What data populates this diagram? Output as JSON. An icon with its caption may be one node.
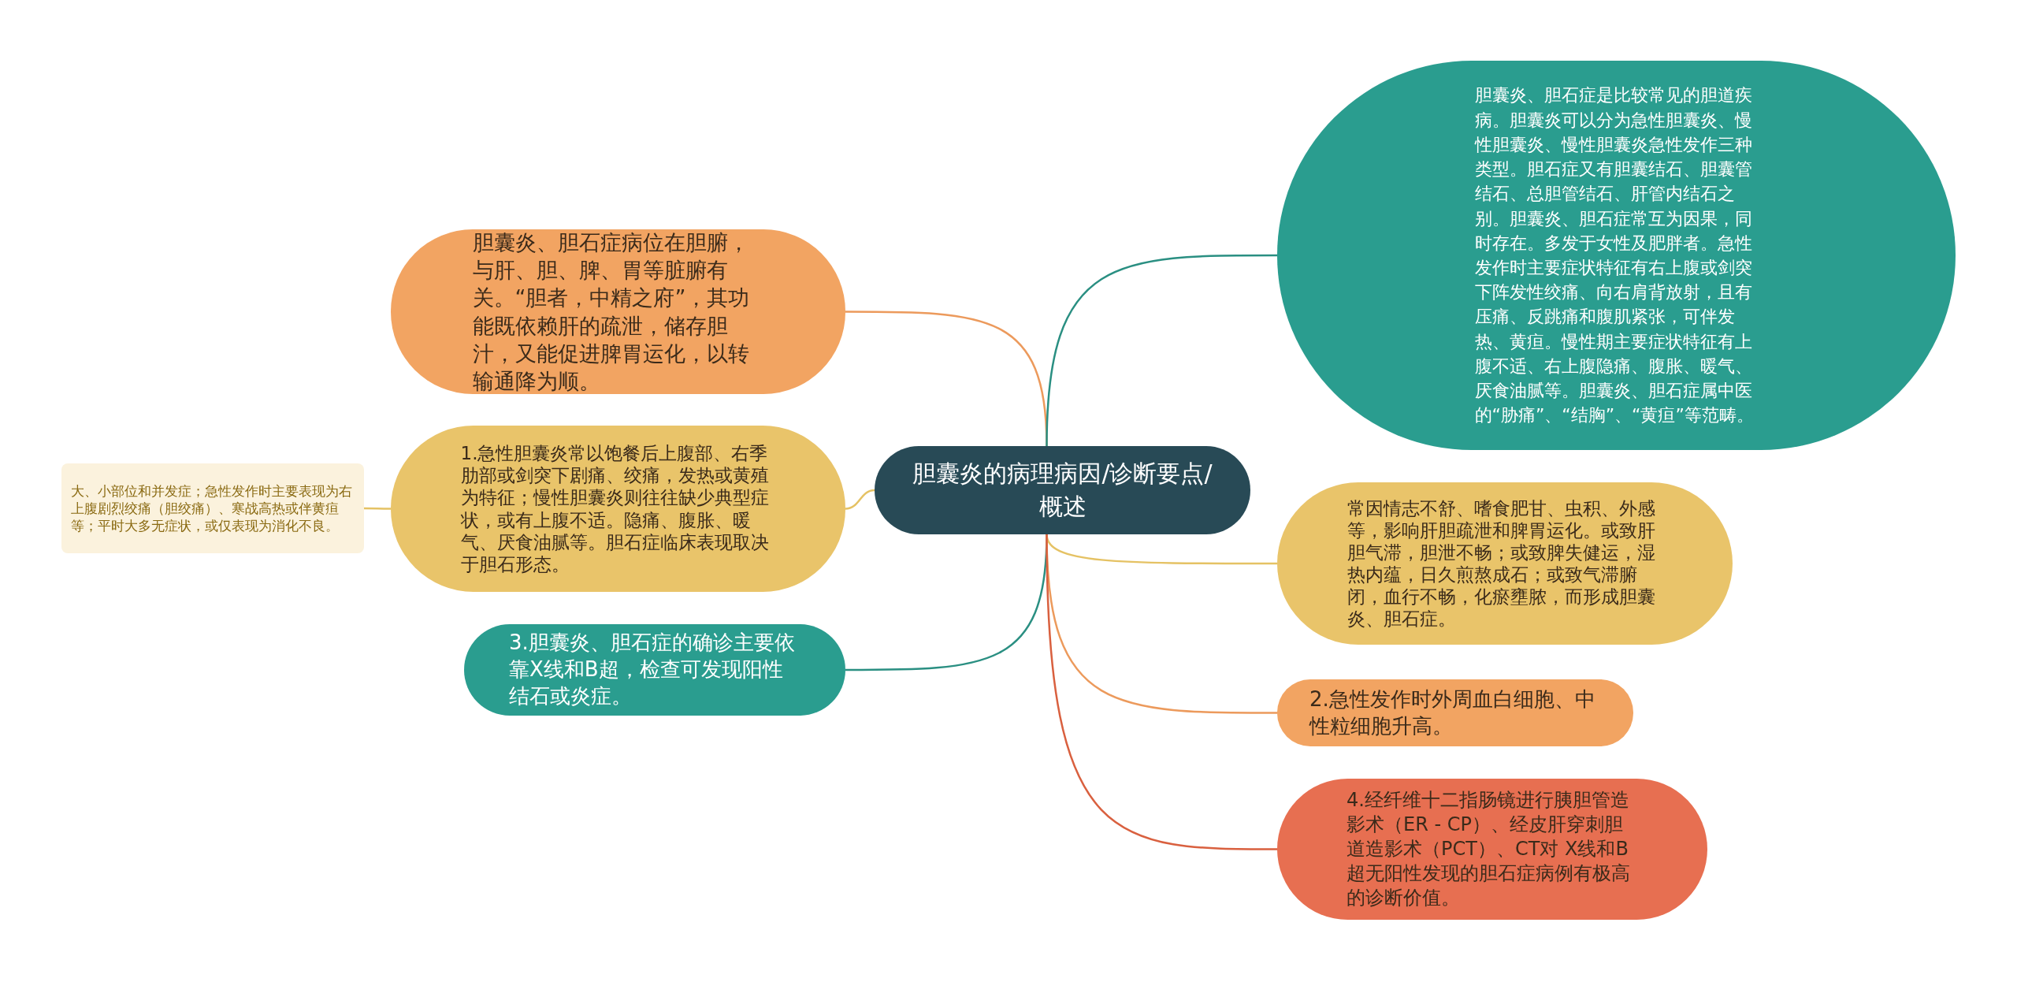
{
  "diagram": {
    "nodes": [
      {
        "text": [
          "胆囊炎的病理病因/诊断要点/概述"
        ]
      },
      {
        "text": [
          "胆囊炎、胆石症病位在胆腑，与肝、胆、脾、胃等脏腑有关。“胆者，中精之府”，其功能既依赖肝的疏泄，储存胆汁，又能促进脾胃运化，以转输通降为顺。"
        ]
      },
      {
        "text": [
          "1.急性胆囊炎常以饱餐后上腹部、右季肋部或剑突下剧痛、绞痛，发热或黄殖为特征；慢性胆囊炎则往往缺少典型症状，或有上腹不适。隐痛、腹胀、暖气、厌食油腻等。胆石症临床表现取决于胆石形态。"
        ]
      },
      {
        "text": [
          "大、小部位和并发症；急性发作时主要表现为右上腹剧烈绞痛（胆绞痛）、寒战高热或伴黄疸等；平时大多无症状，或仅表现为消化不良。"
        ]
      },
      {
        "text": [
          "3.胆囊炎、胆石症的确诊主要依靠X线和B超，检查可发现阳性结石或炎症。"
        ]
      },
      {
        "text": [
          "胆囊炎、胆石症是比较常见的胆道疾病。胆囊炎可以分为急性胆囊炎、慢性胆囊炎、慢性胆囊炎急性发作三种类型。胆石症又有胆囊结石、胆囊管结石、总胆管结石、肝管内结石之别。胆囊炎、胆石症常互为因果，同时存在。多发于女性及肥胖者。急性发作时主要症状特征有右上腹或剑突下阵发性绞痛、向右肩背放射，且有压痛、反跳痛和腹肌紧张，可伴发热、黄疸。慢性期主要症状特征有上腹不适、右上腹隐痛、腹胀、暖气、厌食油腻等。胆囊炎、胆石症属中医的“胁痛”、“结胸”、“黄疸”等范畴。"
        ]
      },
      {
        "text": [
          "常因情志不舒、嗜食肥甘、虫积、外感等，影响肝胆疏泄和脾胃运化。或致肝胆气滞，胆泄不畅；或致脾失健运，湿热内蕴，日久煎熬成石；或致气滞腑闭，血行不畅，化瘀壅脓，而形成胆囊炎、胆石症。"
        ]
      },
      {
        "text": [
          "2.急性发作时外周血白细胞、中性粒细胞升高。"
        ]
      },
      {
        "text": [
          "4.经纤维十二指肠镜进行胰胆管造影术（ER - CP）、经皮肝穿刺胆道造影术（PCT）、CT对 X线和B超无阳性发现的胆石症病例有极高的诊断价值。"
        ]
      }
    ],
    "edges": [
      {
        "from": 0,
        "to": 1,
        "arrow": "none",
        "color": "#ec9a5c"
      },
      {
        "from": 0,
        "to": 2,
        "arrow": "none",
        "color": "#e5c264"
      },
      {
        "from": 2,
        "to": 3,
        "arrow": "none",
        "color": "#e5c264"
      },
      {
        "from": 0,
        "to": 4,
        "arrow": "none",
        "color": "#2a8f82"
      },
      {
        "from": 0,
        "to": 5,
        "arrow": "none",
        "color": "#2a8f82"
      },
      {
        "from": 0,
        "to": 6,
        "arrow": "none",
        "color": "#e5c264"
      },
      {
        "from": 0,
        "to": 7,
        "arrow": "none",
        "color": "#ec9a5c"
      },
      {
        "from": 0,
        "to": 8,
        "arrow": "none",
        "color": "#d9603f"
      }
    ]
  }
}
